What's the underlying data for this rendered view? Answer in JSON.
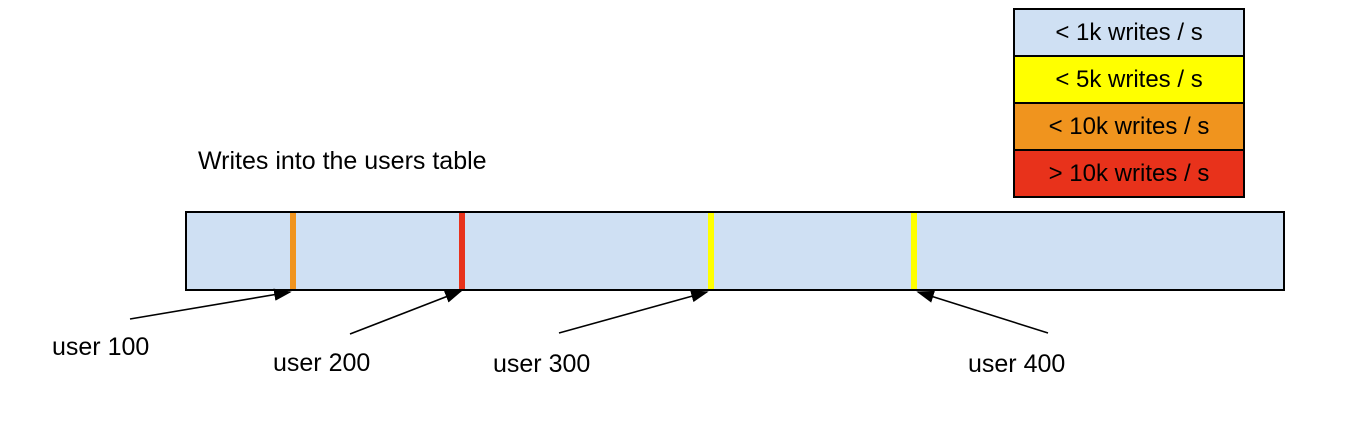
{
  "title": "Writes into the users table",
  "legend": {
    "items": [
      {
        "id": "lt-1k-writes",
        "label": "< 1k writes / s",
        "color": "#cfe0f3"
      },
      {
        "id": "lt-5k-writes",
        "label": "< 5k writes / s",
        "color": "#ffff00"
      },
      {
        "id": "lt-10k-writes",
        "label": "< 10k writes / s",
        "color": "#f0941e"
      },
      {
        "id": "gt-10k-writes",
        "label": "> 10k writes / s",
        "color": "#e8321b"
      }
    ]
  },
  "users_table": {
    "fill_color": "#cfe0f3",
    "border_color": "#000000",
    "markers": [
      {
        "user": "user 100",
        "color": "#f0941e",
        "band": "< 10k writes / s"
      },
      {
        "user": "user 200",
        "color": "#e8321b",
        "band": "> 10k writes / s"
      },
      {
        "user": "user 300",
        "color": "#ffff00",
        "band": "< 5k writes / s"
      },
      {
        "user": "user 400",
        "color": "#ffff00",
        "band": "< 5k writes / s"
      }
    ]
  },
  "user_labels": [
    {
      "text": "user 100"
    },
    {
      "text": "user 200"
    },
    {
      "text": "user 300"
    },
    {
      "text": "user 400"
    }
  ]
}
